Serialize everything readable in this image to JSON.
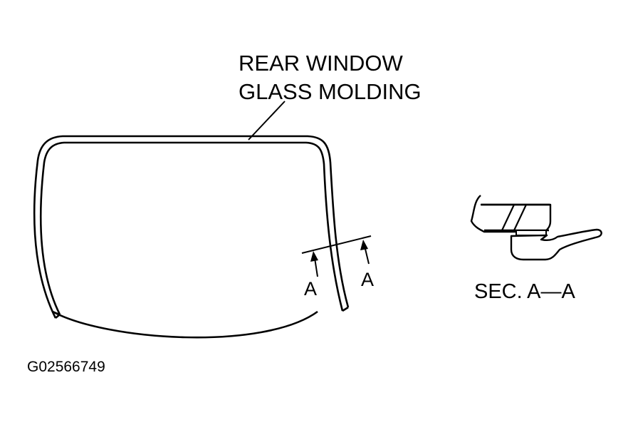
{
  "callout": {
    "line1": "REAR WINDOW",
    "line2": "GLASS MOLDING"
  },
  "section_marks": {
    "left": "A",
    "right": "A"
  },
  "section_view": {
    "label": "SEC. A—A"
  },
  "figure_id": "G02566749",
  "colors": {
    "ink": "#000000",
    "paper": "#ffffff"
  }
}
